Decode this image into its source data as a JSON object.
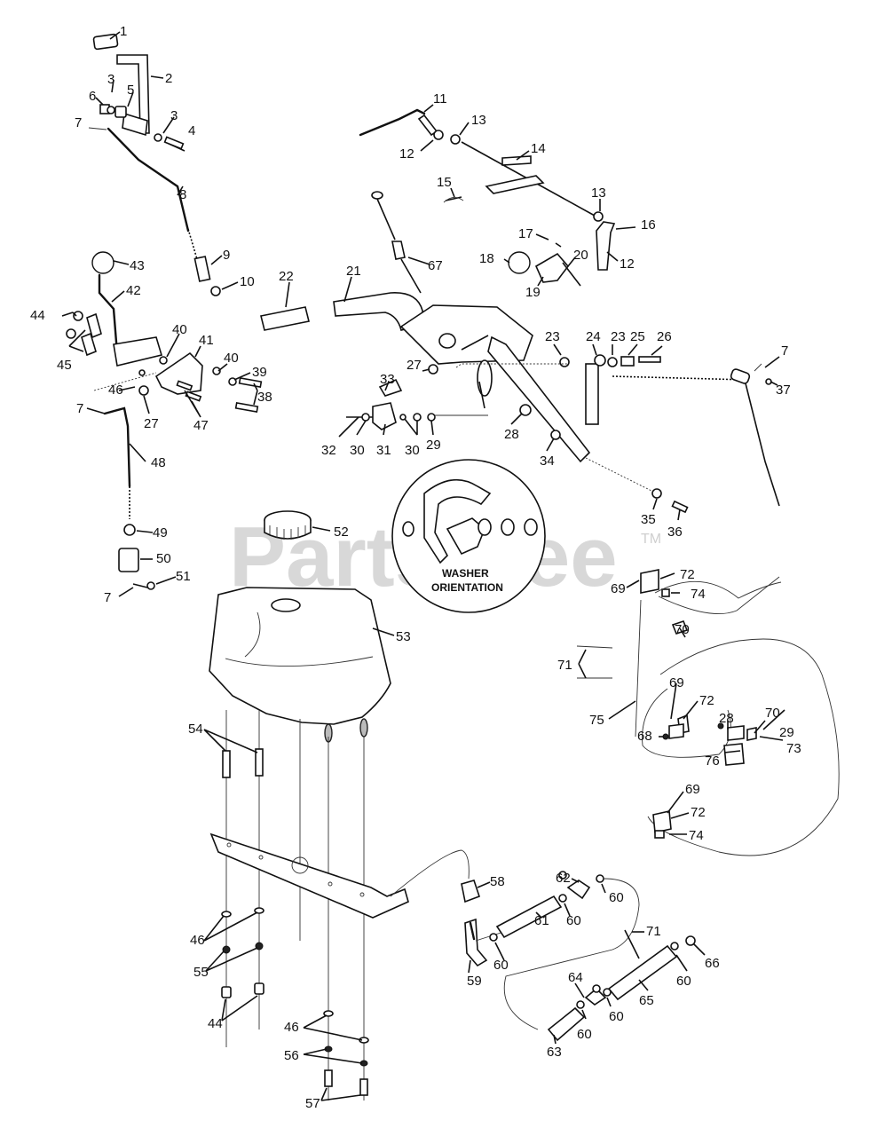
{
  "watermark": {
    "text": "PartsTree",
    "tm": "TM"
  },
  "inset": {
    "line1": "WASHER",
    "line2": "ORIENTATION"
  },
  "callouts": [
    "1",
    "2",
    "3",
    "3",
    "4",
    "5",
    "6",
    "7",
    "7",
    "7",
    "7",
    "8",
    "9",
    "10",
    "11",
    "12",
    "12",
    "13",
    "13",
    "14",
    "15",
    "16",
    "17",
    "18",
    "19",
    "20",
    "21",
    "22",
    "23",
    "23",
    "24",
    "25",
    "26",
    "27",
    "27",
    "28",
    "28",
    "29",
    "29",
    "30",
    "30",
    "31",
    "32",
    "33",
    "34",
    "35",
    "36",
    "37",
    "38",
    "39",
    "40",
    "40",
    "41",
    "42",
    "43",
    "44",
    "44",
    "45",
    "46",
    "46",
    "46",
    "47",
    "48",
    "49",
    "50",
    "51",
    "52",
    "53",
    "54",
    "55",
    "56",
    "57",
    "58",
    "59",
    "60",
    "60",
    "60",
    "60",
    "60",
    "60",
    "61",
    "62",
    "63",
    "64",
    "65",
    "66",
    "67",
    "68",
    "69",
    "69",
    "69",
    "70",
    "70",
    "71",
    "71",
    "72",
    "72",
    "72",
    "73",
    "74",
    "74",
    "75",
    "76"
  ]
}
